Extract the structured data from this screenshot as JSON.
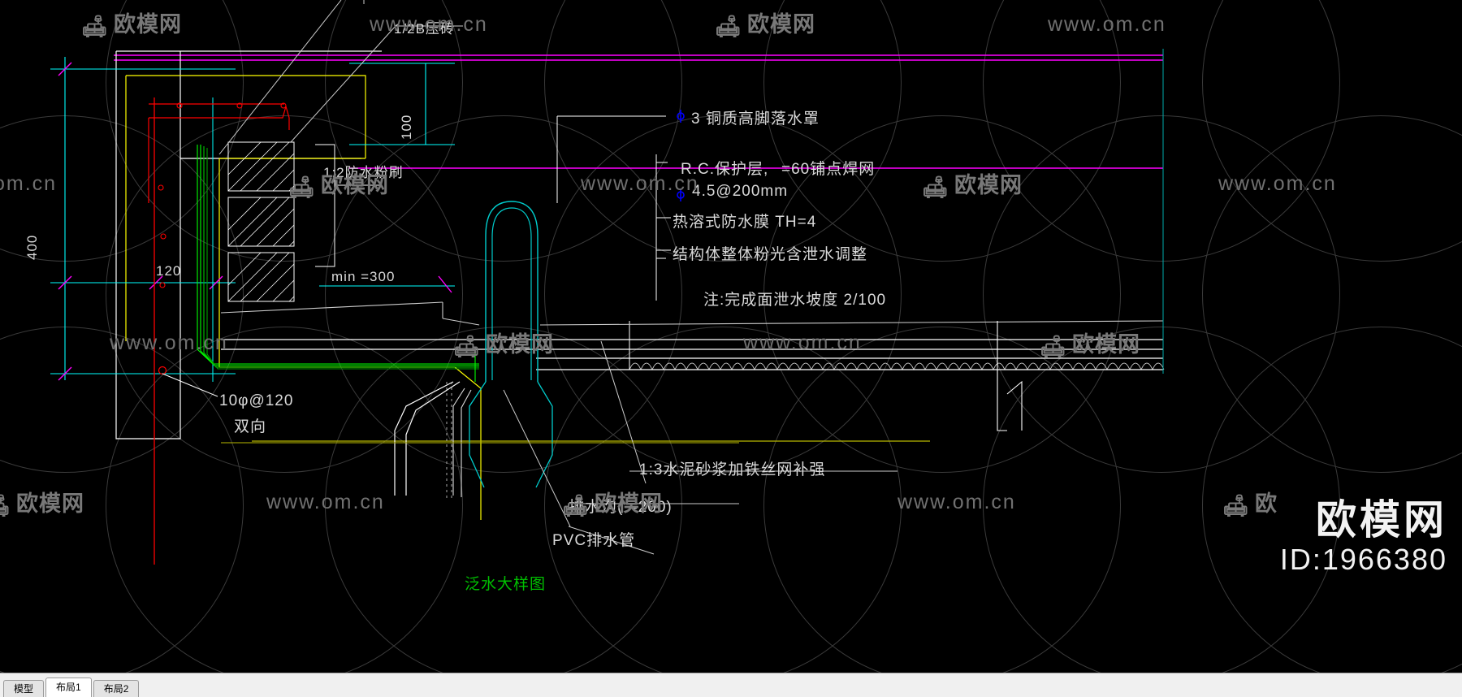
{
  "app": {
    "type": "cad-viewer",
    "background": "#000000",
    "drawing_title": "泛水大样图"
  },
  "watermarks": {
    "url_text": "www.om.cn",
    "logo_text": "欧模网",
    "partial_url": "om.cn",
    "partial_logo": "欧",
    "sofa_glyph": "🛋"
  },
  "brand": {
    "name": "欧模网",
    "id_label": "ID:1966380"
  },
  "annotations": {
    "top_cut": "1/2B压砖",
    "top_partial": "1/2B压砖",
    "dim_100": "100",
    "dim_400": "400",
    "dim_120": "120",
    "dim_min_300": "min   =300",
    "waterproof_plaster": "1:2防水粉刷",
    "copper_drain_cover": "3 铜质高脚落水罩",
    "rc_protect_layer": "R.C.保护层,",
    "rc_protect_mesh": "=60铺点焊网",
    "rebar_spec": "4.5@200mm",
    "hot_melt_membrane": "热溶式防水膜 TH=4",
    "structure_finish": "结构体整体粉光含泄水调整",
    "note_slope": "注:完成面泄水坡度 2/100",
    "rebar_10": "10φ@120",
    "rebar_10_dir": "双向",
    "cement_mortar_mesh": "1:3水泥砂浆加铁丝网补强",
    "drain_ditch": "排水沟(          =200)",
    "pvc_pipe": "PVC排水管",
    "drawing_title": "泛水大样图"
  },
  "tabs": [
    {
      "label": "模型",
      "active": false
    },
    {
      "label": "布局1",
      "active": true
    },
    {
      "label": "布局2",
      "active": false
    }
  ],
  "colors": {
    "background": "#000000",
    "white_line": "#ffffff",
    "cyan_line": "#00ffff",
    "yellow_line": "#ffff00",
    "red_line": "#ff0000",
    "magenta_line": "#ff00ff",
    "green_line": "#00ff00",
    "olive_line": "#b0b000",
    "blue_marker": "#0000ff",
    "gray_watermark": "#6d6d6d"
  }
}
